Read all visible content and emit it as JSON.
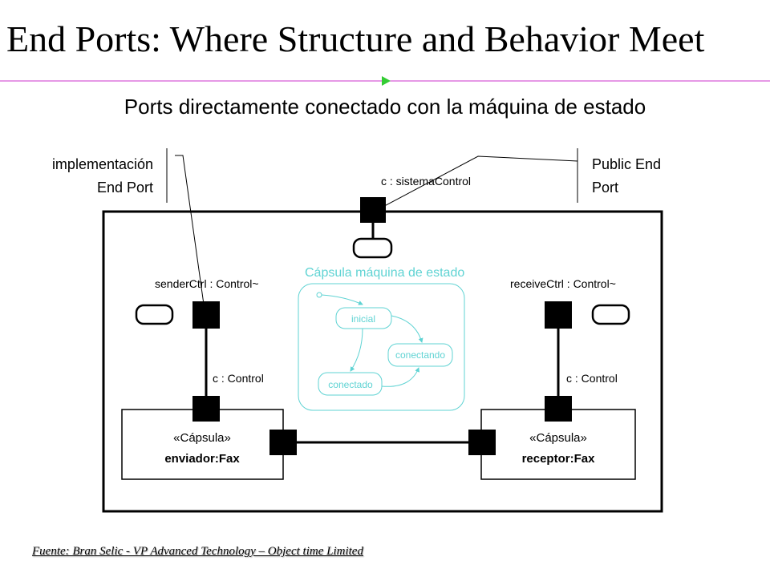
{
  "slide": {
    "title": "End Ports: Where Structure and Behavior Meet",
    "subtitle": "Ports directamente conectado con la máquina de estado",
    "footer": "Fuente: Bran Selic - VP Advanced Technology – Object time Limited"
  },
  "callouts": {
    "left_line1": "implementación",
    "left_line2": "End Port",
    "right_line1": "Public End",
    "right_line2": "Port"
  },
  "ports": {
    "top_label": "c : sistemaControl",
    "left_label": "senderCtrl : Control~",
    "right_label": "receiveCtrl : Control~",
    "left_conn_label": "c : Control",
    "right_conn_label": "c : Control"
  },
  "capsules": {
    "left_stereotype": "«Cápsula»",
    "left_name": "enviador:Fax",
    "right_stereotype": "«Cápsula»",
    "right_name": "receptor:Fax"
  },
  "state_machine": {
    "title": "Cápsula máquina de estado",
    "states": [
      "inicial",
      "conectando",
      "conectado"
    ]
  },
  "colors": {
    "accent_line": "#cc33cc",
    "arrow": "#33cc33",
    "state_machine": "#5fd3d3"
  }
}
